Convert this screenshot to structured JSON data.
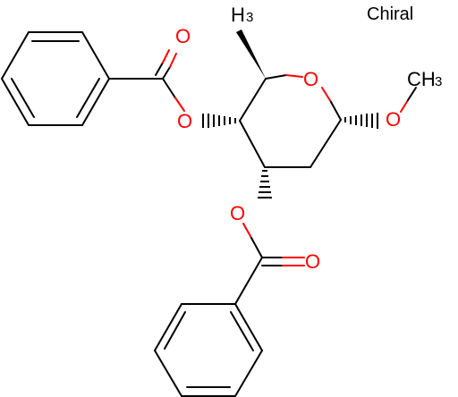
{
  "molecule": {
    "chiral_label": "Chiral",
    "atoms": {
      "ring_oxygen": "O",
      "methoxy_oxygen": "O",
      "methyl_c6": "H",
      "methyl_c6_sub": "3",
      "methoxy_methyl": "CH",
      "methoxy_methyl_sub": "3",
      "ester4_oxygen": "O",
      "ester4_carbonyl_oxygen": "O",
      "ester3_oxygen": "O",
      "ester3_carbonyl_oxygen": "O"
    },
    "colors": {
      "bond": "#000000",
      "oxygen": "#ff0000",
      "background": "#ffffff"
    }
  }
}
